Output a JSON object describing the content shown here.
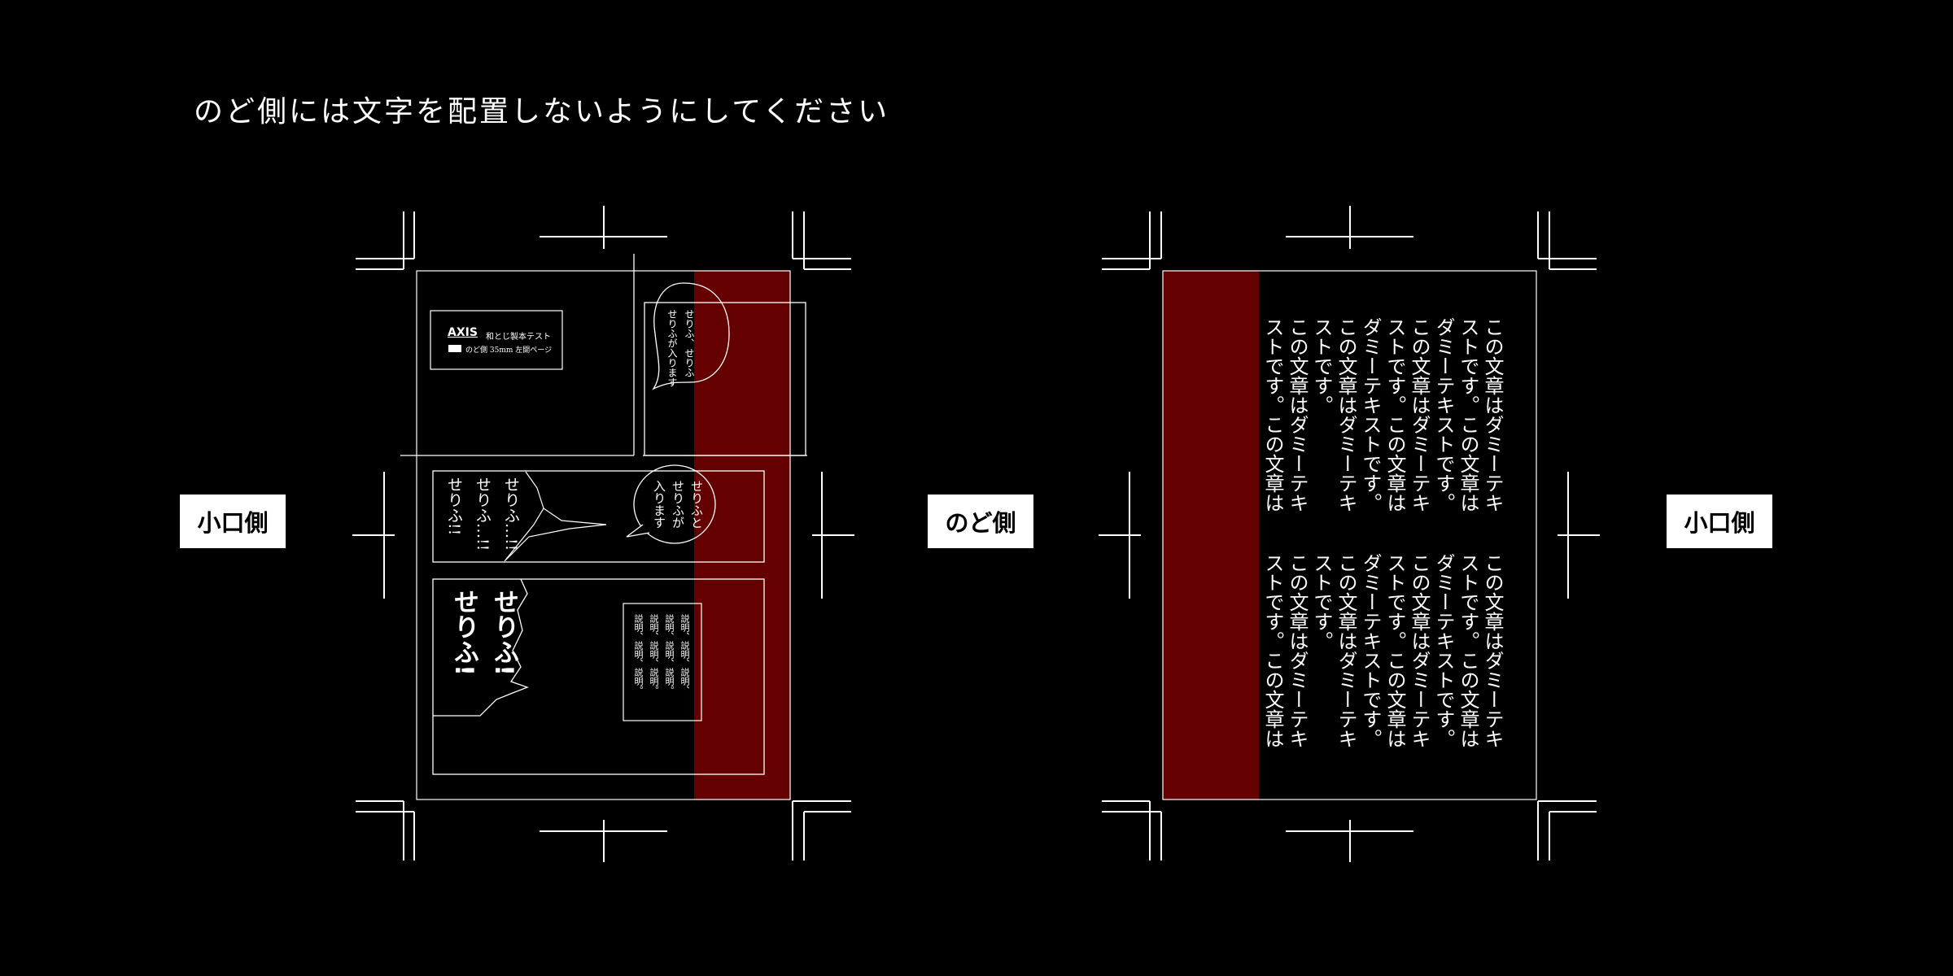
{
  "heading": "のど側には文字を配置しないようにしてください",
  "labels": {
    "left_koguchi": "小口側",
    "nodo": "のど側",
    "right_koguchi": "小口側"
  },
  "colors": {
    "background": "#000000",
    "gutter_band": "#650000",
    "line": "#ffffff"
  },
  "left_page": {
    "logo": {
      "brand": "AXIS",
      "subtitle": "和とじ製本テスト",
      "note": "のど側 35mm 左開ページ"
    },
    "bubble_top": [
      "せりふ、せりふ",
      "せりふが入ります"
    ],
    "bubble_mid": [
      "せりふと",
      "せりふが",
      "入ります"
    ],
    "speech_mid": [
      "せりふ!!",
      "せりふ…!!",
      "せりふ…!!"
    ],
    "speech_big": [
      "せりふ!",
      "せりふ!"
    ],
    "caption_box": [
      "説明、説明、説明、",
      "説明、説明、説明。",
      "説明、説明、説明。",
      "説明、説明、説明。"
    ]
  },
  "right_page": {
    "block1": [
      "この文章はダミーテキ",
      "ストです。この文章は",
      "ダミーテキストです。",
      "この文章はダミーテキ",
      "ストです。この文章は",
      "ダミーテキストです。",
      "この文章はダミーテキ",
      "ストです。",
      "この文章はダミーテキ",
      "ストです。この文章は"
    ],
    "block2": [
      "この文章はダミーテキ",
      "ストです。この文章は",
      "ダミーテキストです。",
      "この文章はダミーテキ",
      "ストです。この文章は",
      "ダミーテキストです。",
      "この文章はダミーテキ",
      "ストです。",
      "この文章はダミーテキ",
      "ストです。この文章は"
    ]
  }
}
